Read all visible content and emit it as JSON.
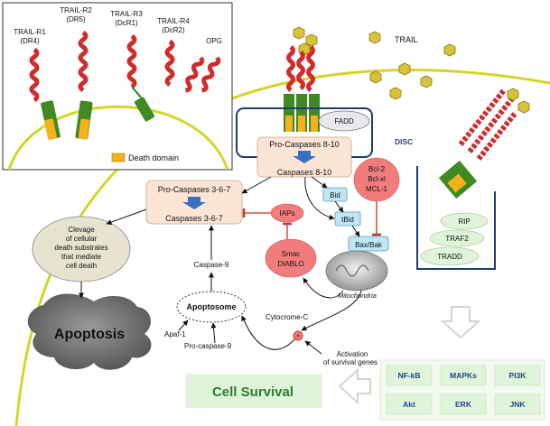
{
  "colors": {
    "membrane": "#d4d62a",
    "receptor_green": "#3f8a22",
    "death_domain": "#f5b21a",
    "helix_red": "#d12c2c",
    "trail_ligand": "#d8c23a",
    "arrow_blue": "#3a6fc2",
    "inhibit_red": "#c0392b",
    "survival_green": "#2e7d32",
    "box_navy": "#1f3c70",
    "pink": "#f27c7c",
    "light_blue": "#bfe6f5",
    "peach": "#fde5d6",
    "pale_green": "#dff4d9",
    "tan": "#e7e3cf"
  },
  "inset": {
    "receptors": [
      {
        "name": "TRAIL-R1",
        "alt": "(DR4)"
      },
      {
        "name": "TRAIL-R2",
        "alt": "(DR5)"
      },
      {
        "name": "TRAIL-R3",
        "alt": "(DcR1)"
      },
      {
        "name": "TRAIL-R4",
        "alt": "(DcR2)"
      },
      {
        "name": "OPG",
        "alt": ""
      }
    ],
    "legend_label": "Death domain"
  },
  "trail_label": "TRAIL",
  "disc": {
    "fadd": "FADD",
    "pro_caspases_8_10": "Pro-Caspases 8-10",
    "caspases_8_10": "Caspases 8-10",
    "label": "DISC"
  },
  "caspase_box": {
    "pro": "Pro-Caspases 3-6-7",
    "active": "Caspases 3-6-7"
  },
  "nodes": {
    "bid": "Bid",
    "tbid": "tBid",
    "iaps": "IAPs",
    "bcl": [
      "Bcl-2",
      "Bcl-xl",
      "MCL-1"
    ],
    "bax_bak": "Bax/Bak",
    "smac": [
      "Smac",
      "DIABLO"
    ],
    "mitochondria": "Mitochondria",
    "cleavage": [
      "Clevage",
      "of cellular",
      "death substrates",
      "that mediate",
      "cell death"
    ],
    "caspase9": "Caspase-9",
    "apoptosome": "Apoptosome",
    "apaf1": "Apaf-1",
    "pro_caspase9": "Pro-caspase-9",
    "cytochrome": "Cytocrome-C",
    "apoptosis": "Apoptosis"
  },
  "survival": {
    "complex": [
      "RIP",
      "TRAF2",
      "TRADD"
    ],
    "activation": [
      "Activation",
      "of survival genes"
    ],
    "pathways": [
      "NF-kB",
      "MAPKs",
      "PI3K",
      "Akt",
      "ERK",
      "JNK"
    ],
    "cell_survival": "Cell Survival"
  }
}
